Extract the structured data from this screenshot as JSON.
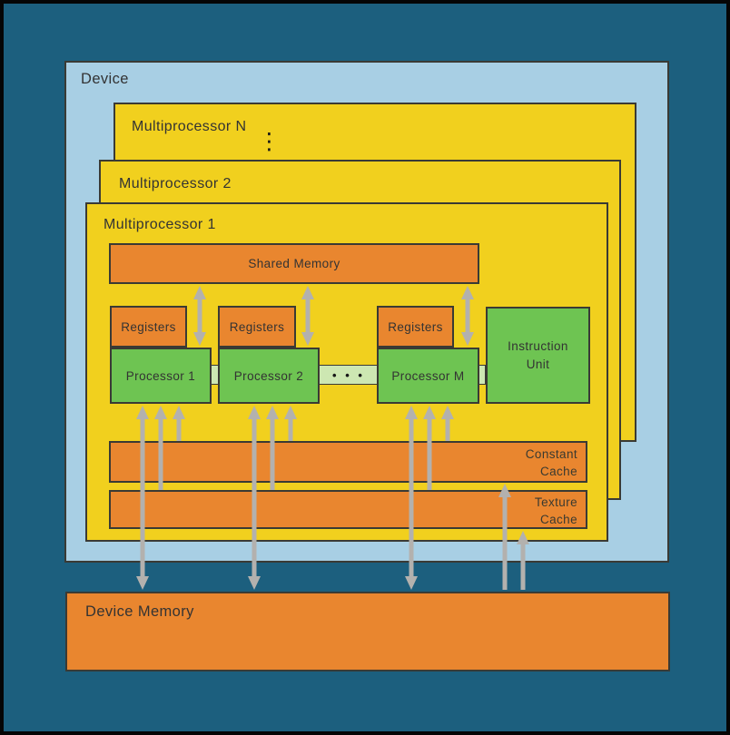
{
  "device": {
    "label": "Device"
  },
  "multiprocessors": [
    {
      "label": "Multiprocessor N"
    },
    {
      "label": "Multiprocessor 2"
    },
    {
      "label": "Multiprocessor 1"
    }
  ],
  "ellipsis_vertical": "⋮",
  "ellipsis_horizontal": "• • •",
  "shared_memory": {
    "label": "Shared Memory"
  },
  "registers": [
    {
      "label": "Registers"
    },
    {
      "label": "Registers"
    },
    {
      "label": "Registers"
    }
  ],
  "processors": [
    {
      "label": "Processor 1"
    },
    {
      "label": "Processor 2"
    },
    {
      "label": "Processor M"
    }
  ],
  "instruction_unit": {
    "line1": "Instruction",
    "line2": "Unit"
  },
  "constant_cache": {
    "line1": "Constant",
    "line2": "Cache"
  },
  "texture_cache": {
    "line1": "Texture",
    "line2": "Cache"
  },
  "device_memory": {
    "label": "Device Memory"
  },
  "colors": {
    "background": "#1C5F7E",
    "device_fill": "#A8CFE4",
    "multiprocessor_fill": "#F1D01E",
    "memory_fill": "#E9862F",
    "processor_fill": "#6EC452",
    "bus_fill": "#CDE7B2",
    "arrow": "#B3B1AE",
    "border": "#3A3A34",
    "text": "#333333"
  }
}
